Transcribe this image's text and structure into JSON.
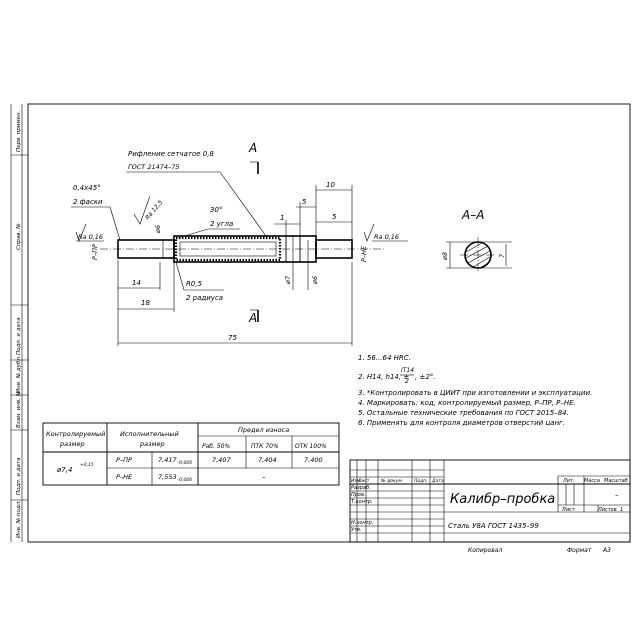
{
  "side_stamps": [
    "Перв. примен.",
    "Справ. №",
    "Подп. и дата",
    "Инв. № дубл.",
    "Взам. инв. №",
    "Подп. и дата",
    "Инв. № подл."
  ],
  "section_mark": "A",
  "section_title": "A–A",
  "knurl_note": [
    "Рифление сетчатое 0,8",
    "ГОСТ 21474–75"
  ],
  "chamfer_note": [
    "0,4x45°",
    "2 фаски"
  ],
  "roughness": {
    "left": "Ra 0,16",
    "right": "Ra 0,16",
    "top": "Ra 12,5"
  },
  "side_labels": {
    "left": "Р–ПР",
    "right": "Р–НЕ"
  },
  "angle_note": [
    "30°",
    "2 угла"
  ],
  "radius_note": [
    "R0,5",
    "2 радиуса"
  ],
  "dims": {
    "d14": "14",
    "d18": "18",
    "d75": "75",
    "d10": "10",
    "d5a": "5",
    "d5b": "5",
    "d1": "1",
    "dia_a": "ø6",
    "dia_b": "ø7",
    "dia_c": "ø6",
    "dia_sec": "ø8",
    "sec_flat": "7"
  },
  "notes": [
    "1. 56...64 HRC.",
    "2. H14, h14, ±",
    "3. *Контролировать в ЦИИТ при изготовлении и эксплуатации.",
    "4. Маркировать: код, контролируемый размер, Р–ПР, Р–НЕ.",
    "5. Остальные технические требования по ГОСТ 2015–84.",
    "6. Применять для контроля диаметров отверстий цанг."
  ],
  "note2_frac_num": "IT14",
  "note2_frac_den": "2",
  "note2_tail": ", ±2°.",
  "wear_table": {
    "h_control": [
      "Контролируемый",
      "размер"
    ],
    "h_exec": [
      "Исполнительный",
      "размер"
    ],
    "h_limit": "Предел износа",
    "h_sub": [
      "Раб. 50%",
      "ПТК 70%",
      "ОТК 100%"
    ],
    "size_main": "ø7,4",
    "size_tol": "+0,15",
    "rows": [
      {
        "label": "Р–ПР",
        "exec": "7,417",
        "tol": "–0,006",
        "v1": "7,407",
        "v2": "7,404",
        "v3": "7,400"
      },
      {
        "label": "Р–НЕ",
        "exec": "7,553",
        "tol": "–0,006",
        "v1": "–",
        "v2": "",
        "v3": ""
      }
    ]
  },
  "title_block": {
    "name": "Калибр–пробка",
    "material": "Сталь У8А  ГОСТ 1435–99",
    "hdr_lit": "Лит.",
    "hdr_mass": "Масса",
    "hdr_scale": "Масштаб",
    "scale_val": "–",
    "sheet": "Лист",
    "sheets": "Листов",
    "sheets_val": "1",
    "roles": [
      "Разраб.",
      "Пров.",
      "Т.контр.",
      "",
      "Н.контр.",
      "Утв."
    ],
    "col_heads": [
      "Изм",
      "Лист",
      "№ докум.",
      "Подп.",
      "Дата"
    ],
    "copied": "Копировал",
    "format": "Формат",
    "format_val": "А3"
  }
}
